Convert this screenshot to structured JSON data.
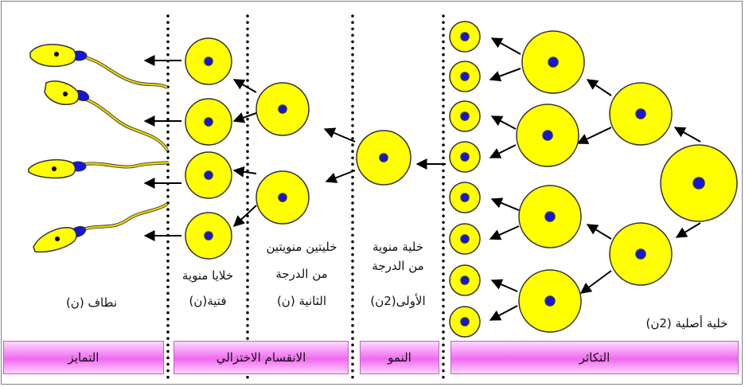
{
  "labels": {
    "stem_cell": "خلية أصلية (2ن)",
    "primary_line1": "خلية منوية",
    "primary_line2": "من الدرجة",
    "primary_line3": "الأولى(2ن)",
    "secondary_line1": "خليتين منويتين",
    "secondary_line2": "من الدرجة",
    "secondary_line3": "الثانية (ن)",
    "spermatid_line1": "خلايا منوية",
    "spermatid_line2": "فتية(ن)",
    "sperm": "نطاف (ن)"
  },
  "phases": {
    "differentiation": "التمايز",
    "meiosis": "الانقسام الاختزالي",
    "growth": "النمو",
    "multiplication": "التكاثر"
  },
  "colors": {
    "cell_fill": "#ffff00",
    "cell_stroke": "#333333",
    "nucleus": "#1515e0",
    "sperm_tail": "#e8d000",
    "phase_bar": "#f06af0"
  }
}
